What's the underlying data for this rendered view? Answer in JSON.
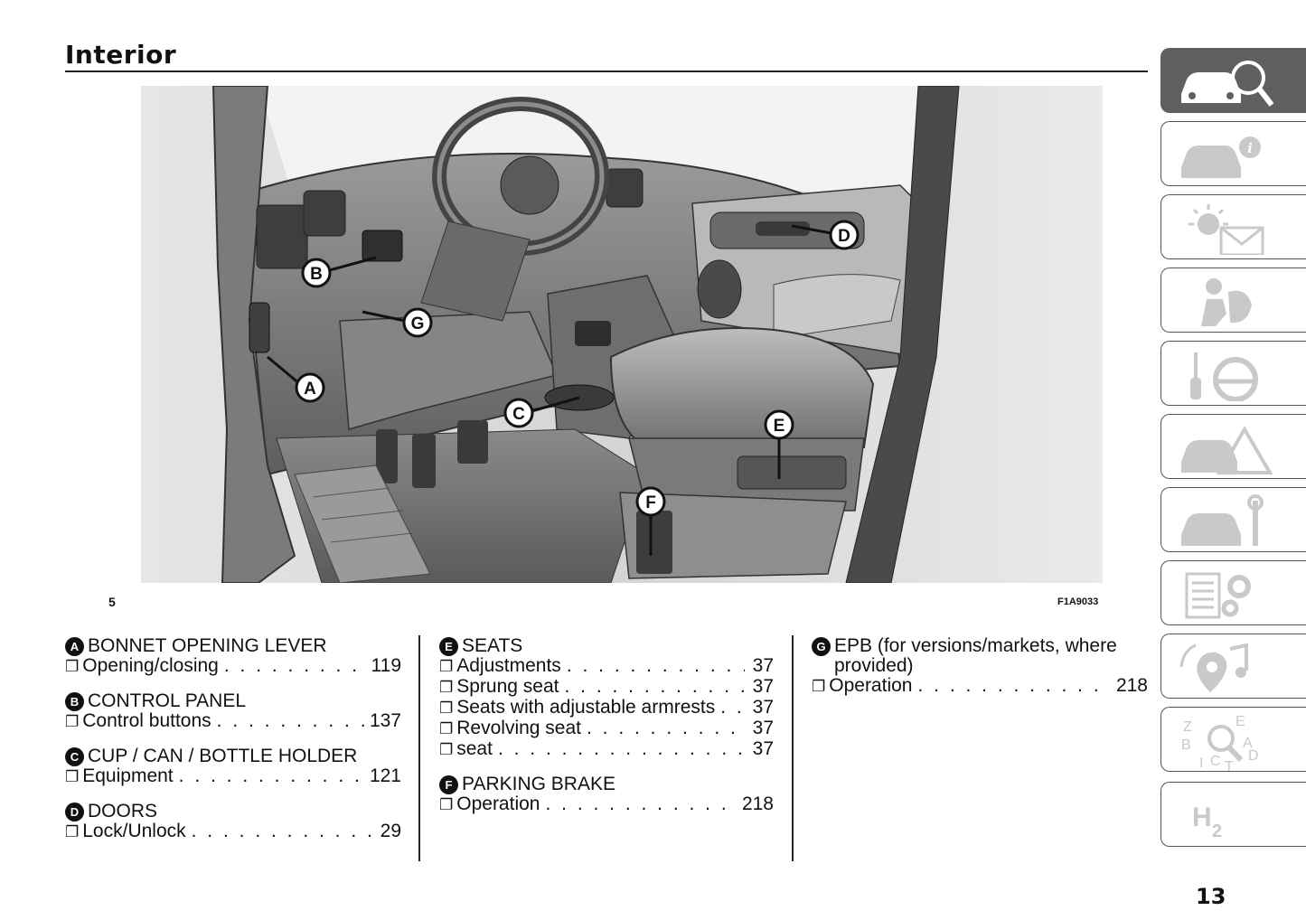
{
  "page": {
    "title": "Interior",
    "figure_number": "5",
    "figure_code": "F1A9033",
    "page_number": "13"
  },
  "callouts": [
    "A",
    "B",
    "C",
    "D",
    "E",
    "F",
    "G"
  ],
  "index": {
    "groups": [
      {
        "letter": "A",
        "heading": "BONNET OPENING LEVER",
        "entries": [
          {
            "label": "Opening/closing",
            "page": "119"
          }
        ]
      },
      {
        "letter": "B",
        "heading": "CONTROL PANEL",
        "entries": [
          {
            "label": "Control buttons",
            "page": "137"
          }
        ]
      },
      {
        "letter": "C",
        "heading": "CUP / CAN / BOTTLE HOLDER",
        "entries": [
          {
            "label": "Equipment",
            "page": "121"
          }
        ]
      },
      {
        "letter": "D",
        "heading": "DOORS",
        "entries": [
          {
            "label": "Lock/Unlock",
            "page": "29"
          }
        ]
      },
      {
        "letter": "E",
        "heading": "SEATS",
        "entries": [
          {
            "label": "Adjustments",
            "page": "37"
          },
          {
            "label": "Sprung seat",
            "page": "37"
          },
          {
            "label": "Seats with adjustable armrests",
            "page": "37"
          },
          {
            "label": "Revolving seat",
            "page": "37"
          },
          {
            "label": "seat",
            "page": "37"
          }
        ]
      },
      {
        "letter": "F",
        "heading": "PARKING BRAKE",
        "entries": [
          {
            "label": "Operation",
            "page": "218"
          }
        ]
      },
      {
        "letter": "G",
        "heading": "EPB (for versions/markets, where provided)",
        "entries": [
          {
            "label": "Operation",
            "page": "218"
          }
        ]
      }
    ]
  },
  "sidebar": {
    "tabs": [
      {
        "icon": "car-search-icon",
        "active": true
      },
      {
        "icon": "car-info-icon",
        "active": false
      },
      {
        "icon": "warning-light-message-icon",
        "active": false
      },
      {
        "icon": "safety-airbag-icon",
        "active": false
      },
      {
        "icon": "key-steering-wheel-icon",
        "active": false
      },
      {
        "icon": "emergency-triangle-icon",
        "active": false
      },
      {
        "icon": "car-wrench-icon",
        "active": false
      },
      {
        "icon": "technical-data-gear-icon",
        "active": false
      },
      {
        "icon": "multimedia-icon",
        "active": false
      },
      {
        "icon": "alphabetical-index-icon",
        "active": false
      },
      {
        "icon": "h2-icon",
        "active": false
      }
    ],
    "h2_label": "H",
    "h2_sub": "2",
    "index_letters": [
      "Z",
      "E",
      "B",
      "A",
      "I",
      "C",
      "T",
      "D"
    ]
  },
  "colors": {
    "active_tab": "#5f5f5f",
    "text": "#111111"
  }
}
